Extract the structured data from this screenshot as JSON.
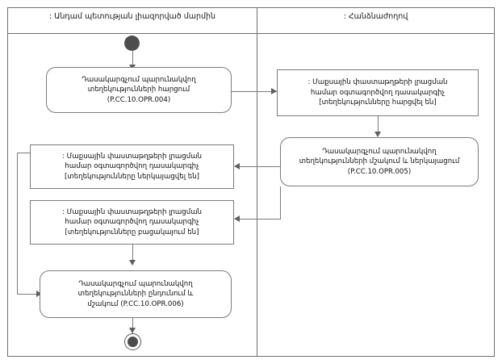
{
  "diagram": {
    "type": "uml-activity-diagram",
    "swimlanes": [
      {
        "id": "left",
        "title": ": Անդամ պետության լիազորված մարմին"
      },
      {
        "id": "right",
        "title": ": Հանձնաժողով"
      }
    ],
    "nodes": [
      {
        "id": "start",
        "kind": "initial-node",
        "lane": "left"
      },
      {
        "id": "left-activity-1",
        "kind": "activity",
        "lane": "left",
        "line1": "Դասակարգչում պարունակվող",
        "line2": "տեղեկությունների հարցում",
        "line3": "(P.CC.10.OPR.004)"
      },
      {
        "id": "right-object-1",
        "kind": "object",
        "lane": "right",
        "line1": ": Մաքսային փաստաթղթերի լրացման",
        "line2": "համար օգտագործվող դասակարգիչ",
        "line3": "[տեղեկությունները հարցվել են]"
      },
      {
        "id": "right-activity-1",
        "kind": "activity",
        "lane": "right",
        "line1": "Դասակարգչում պարունակվող",
        "line2": "տեղեկությունների մշակում և ներկայացում",
        "line3": "(P.CC.10.OPR.005)"
      },
      {
        "id": "left-object-1",
        "kind": "object",
        "lane": "left",
        "line1": ": Մաքսային փաստաթղթերի լրացման",
        "line2": "համար օգտագործվող դասակարգիչ",
        "line3": "[տեղեկությունները ներկայացվել են]"
      },
      {
        "id": "left-object-2",
        "kind": "object",
        "lane": "left",
        "line1": ": Մաքսային փաստաթղթերի լրացման",
        "line2": "համար օգտագործվող դասակարգիչ",
        "line3": "[տեղեկությունները բացակայում են]"
      },
      {
        "id": "left-activity-2",
        "kind": "activity",
        "lane": "left",
        "line1": "Դասակարգչում պարունակվող",
        "line2": "տեղեկությունների ընդունում և",
        "line3": "մշակում (P.CC.10.OPR.006)"
      },
      {
        "id": "end",
        "kind": "final-node",
        "lane": "left"
      }
    ],
    "colors": {
      "stroke": "#7a7a7a",
      "frame": "#6f6f6f",
      "node_fill": "#4d4d4d",
      "background": "#ffffff",
      "text": "#101010"
    }
  }
}
